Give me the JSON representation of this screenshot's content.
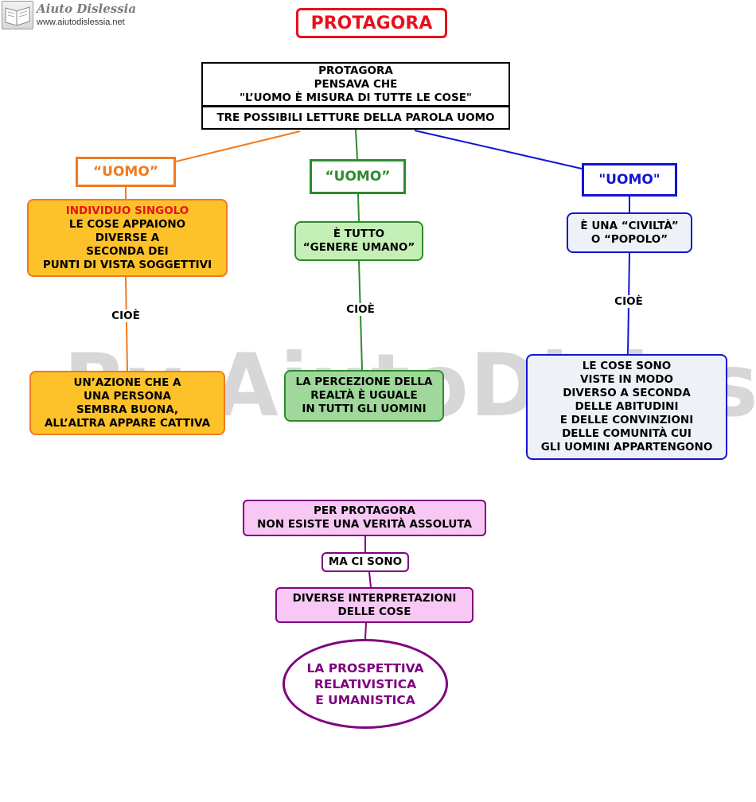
{
  "logo": {
    "title": "Aiuto Dislessia",
    "url": "www.aiutodislessia.net"
  },
  "watermark": "By AiutoDislessia.net",
  "title": "PROTAGORA",
  "top": {
    "text": "PROTAGORA\nPENSAVA CHE\n\"L’UOMO È MISURA DI TUTTE LE COSE\"",
    "sub": "TRE POSSIBILI LETTURE DELLA PAROLA UOMO"
  },
  "branches": [
    {
      "heading": "“UOMO”",
      "highlight": "INDIVIDUO SINGOLO",
      "desc": "LE COSE APPAIONO\nDIVERSE A\nSECONDA DEI\nPUNTI DI VISTA SOGGETTIVI",
      "connector": "CIOÈ",
      "example": "UN’AZIONE CHE A\nUNA PERSONA\nSEMBRA BUONA,\nALL’ALTRA APPARE CATTIVA"
    },
    {
      "heading": "“UOMO”",
      "desc": "È TUTTO\n“GENERE UMANO”",
      "connector": "CIOÈ",
      "example": "LA PERCEZIONE DELLA\nREALTÀ È UGUALE\nIN TUTTI GLI UOMINI"
    },
    {
      "heading": "\"UOMO\"",
      "desc": "È UNA “CIVILTÀ”\nO “POPOLO”",
      "connector": "CIOÈ",
      "example": "LE COSE SONO\nVISTE IN MODO\nDIVERSO A SECONDA\nDELLE ABITUDINI\nE DELLE CONVINZIONI\nDELLE COMUNITÀ CUI\nGLI UOMINI APPARTENGONO"
    }
  ],
  "conclusion": {
    "box1": "PER PROTAGORA\nNON ESISTE UNA VERITÀ ASSOLUTA",
    "connector": "MA CI SONO",
    "box2": "DIVERSE INTERPRETAZIONI\nDELLE COSE",
    "final": "LA PROSPETTIVA\nRELATIVISTICA\nE UMANISTICA"
  },
  "colors": {
    "title_red": "#e8111c",
    "orange": "#f07a1f",
    "orange_fill": "#fdc22a",
    "green": "#2e8b2e",
    "green_fill": "#c4f0b8",
    "blue": "#1414d2",
    "blue_fill": "#eef2f8",
    "purple": "#800080",
    "pink_fill": "#f8c8f4"
  }
}
